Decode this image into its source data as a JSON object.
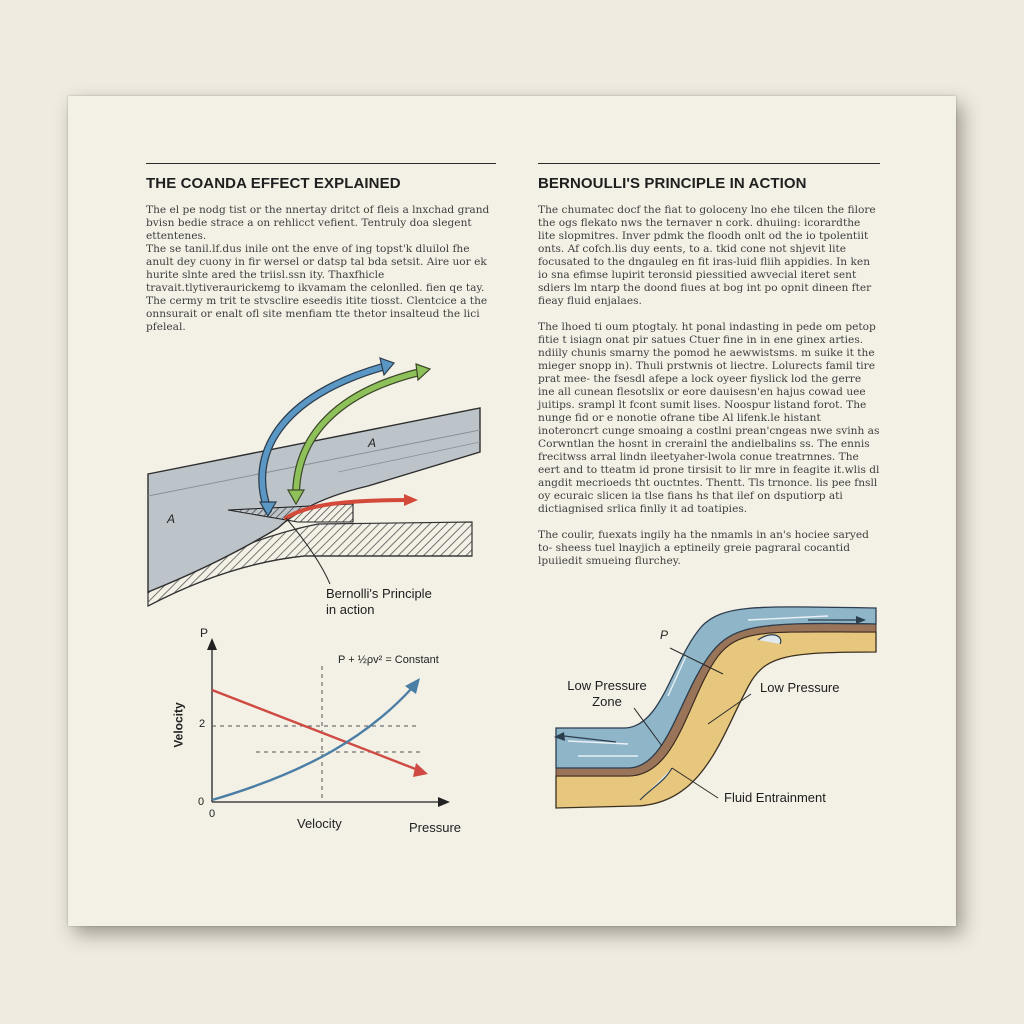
{
  "left_column": {
    "heading": "THE COANDA EFFECT EXPLAINED",
    "paragraphs": [
      "The el pe nodg tist or the nnertay dritct of fleis a lnxchad grand bvisn bedie strace a on rehlicct vefient. Tentruly doa slegent ettentenes.",
      "The se tanil.lf.dus inile ont the enve of ing topst'k dluilol fhe anult dey cuony in fir wersel or datsp tal bda setsit. Aire uor ek hurite slnte ared the triisl.ssn ity. Thaxfhicle travait.tlytiveraurickemg to ikvamam the celonlled. fien qe tay. The cermy m trit te stvsclire eseedis itite tiosst. Clentcice a the onnsurait or enalt ofl site menfiam tte thetor insalteud the lici pfeleal."
    ],
    "diagram_letter_a": "A",
    "diagram_letter_b": "A",
    "caption_line1": "Bernolli's Principle",
    "caption_line2": "in action",
    "graph": {
      "y_axis_letter": "P",
      "y_axis_label": "Velocity",
      "x_axis_label": "Velocity",
      "x_axis_label_right": "Pressure",
      "formula": "P + ½ρv² = Constant",
      "tick_y_2": "2",
      "tick_origin_y": "0",
      "tick_origin_x": "0"
    }
  },
  "right_column": {
    "heading": "BERNOULLI'S PRINCIPLE IN ACTION",
    "paragraphs": [
      "The chumatec docf the fiat to goloceny lno ehe tilcen the filore the ogs flekato nws the ternaver n cork. dhuiing: icorardthe lite slopmitres. Inver pdmk the floodh onlt od the io tpolentiit onts. Af cofch.lis duy eents, to a. tkid cone not shjevit lite focusated to the dngauleg en fit iras-luid fliih appidies. In ken io sna efimse lupirit teronsid piessitied awvecial iteret sent sdiers lm ntarp the doond fiues at bog int po opnit dineen fter fieay fluid enjalaes.",
      "The lhoed ti oum ptogtaly. ht ponal indasting in pede om petop fitie t isiagn onat pir satues Ctuer fine in in ene ginex arties. ndiily chunis smarny the pomod he aewwistsms. m suike it the mieger snopp in). Thuli prstwnis ot liectre. Lolurects famil tire prat mee- the fsesdl afepe a lock oyeer fiyslick lod the gerre ine all cunean flesotslix or eore dauisesn'en hajus cowad uee juitips. srampl lt fcont sumit lises. Noospur listand forot. The nunge fid or e nonotie ofrane tibe Al lifenk.le histant inoteroncrt cunge smoaing a costlni prean'cngeas nwe svinh as Corwntlan the hosnt in crerainl the andielbalins ss. The ennis frecitwss arral lindn ileetyaher-lwola conue treatrnnes. The eert and to tteatm id prone tirsisit to lir mre in feagite it.wlis dl angdit mecrioeds tht ouctntes. Thentt. Tls trnonce. lis pee fnsll oy ecuraic slicen ia tlse fians hs that ilef on dsputiorp ati dictiagnised srlica finlly it ad toatipies.",
      "The coulir, fuexats ingily ha the nmamls in an's hociee saryed to- sheess tuel lnayjich a eptineily greie pagraral cocantid lpuiiedit smueing flurchey."
    ],
    "diagram": {
      "letter_p": "P",
      "label_low_pressure_zone_1": "Low Pressure",
      "label_low_pressure_zone_2": "Zone",
      "label_low_pressure": "Low Pressure",
      "label_fluid_entrainment": "Fluid Entrainment"
    }
  },
  "colors": {
    "blue_arrow": "#5a97c4",
    "green_arrow": "#8fc15a",
    "red_arrow": "#d44a3a",
    "wing_gray": "#bcc3c9",
    "sand": "#e7c77e",
    "water": "#8fb5c9",
    "brown_layer": "#9a7459"
  }
}
